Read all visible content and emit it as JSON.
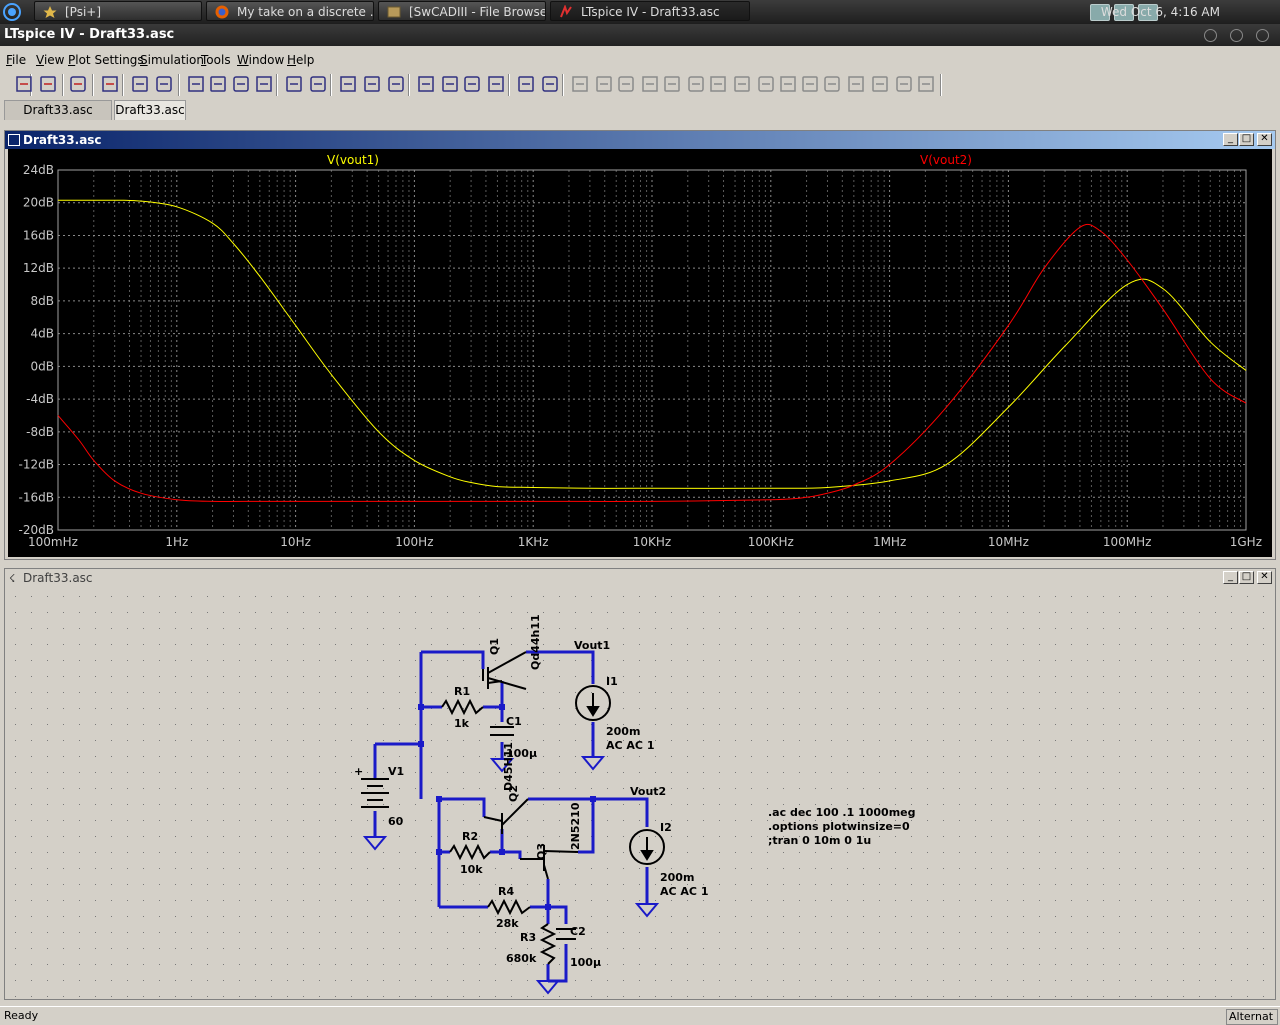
{
  "taskbar": {
    "items": [
      {
        "label": "[Psi+]",
        "icon": "star-icon"
      },
      {
        "label": "My take on a discrete ...",
        "icon": "firefox-icon"
      },
      {
        "label": "[SwCADIII - File Browser]",
        "icon": "file-browser-icon"
      },
      {
        "label": "LTspice IV - Draft33.asc",
        "icon": "ltspice-icon"
      }
    ],
    "clock": "Wed Oct  6,  4:16 AM"
  },
  "window": {
    "title": "LTspice IV - Draft33.asc"
  },
  "menu": [
    "File",
    "View",
    "Plot Settings",
    "Simulation",
    "Tools",
    "Window",
    "Help"
  ],
  "tabs": [
    "Draft33.asc",
    "Draft33.asc"
  ],
  "plot_window": {
    "title": "Draft33.asc",
    "traces": [
      {
        "name": "V(vout1)",
        "color": "#ffff00"
      },
      {
        "name": "V(vout2)",
        "color": "#ff0000"
      }
    ],
    "y_ticks": [
      "24dB",
      "20dB",
      "16dB",
      "12dB",
      "8dB",
      "4dB",
      "0dB",
      "-4dB",
      "-8dB",
      "-12dB",
      "-16dB",
      "-20dB"
    ],
    "x_ticks": [
      "100mHz",
      "1Hz",
      "10Hz",
      "100Hz",
      "1KHz",
      "10KHz",
      "100KHz",
      "1MHz",
      "10MHz",
      "100MHz",
      "1GHz"
    ]
  },
  "chart_data": {
    "type": "line",
    "x_scale": "log",
    "xlim_hz": [
      0.1,
      1000000000
    ],
    "ylim_db": [
      -20,
      24
    ],
    "ylabel": "",
    "xlabel": "",
    "grid": true,
    "series": [
      {
        "name": "V(vout1)",
        "color": "#ffff00",
        "x": [
          0.1,
          0.3,
          0.5,
          1,
          2,
          3,
          5,
          10,
          20,
          50,
          100,
          200,
          300,
          500,
          1000,
          3000,
          10000,
          100000,
          300000,
          1000000,
          3000000,
          10000000,
          30000000,
          100000000,
          200000000,
          500000000,
          1000000000
        ],
        "y": [
          20.3,
          20.3,
          20.2,
          19.5,
          17.5,
          15.0,
          11.0,
          5.0,
          -1.0,
          -8.0,
          -11.5,
          -13.5,
          -14.2,
          -14.7,
          -14.8,
          -14.9,
          -14.9,
          -14.9,
          -14.8,
          -14.0,
          -12.0,
          -5.0,
          2.5,
          10.0,
          9.5,
          3.0,
          -0.5
        ]
      },
      {
        "name": "V(vout2)",
        "color": "#ff0000",
        "x": [
          0.1,
          0.15,
          0.2,
          0.3,
          0.5,
          1,
          2,
          5,
          10,
          100,
          1000,
          10000,
          100000,
          200000,
          300000,
          500000,
          1000000,
          3000000,
          10000000,
          20000000,
          40000000,
          60000000,
          100000000,
          200000000,
          500000000,
          1000000000
        ],
        "y": [
          -6.0,
          -9.0,
          -11.5,
          -14.0,
          -15.5,
          -16.3,
          -16.5,
          -16.5,
          -16.5,
          -16.5,
          -16.5,
          -16.5,
          -16.3,
          -16.0,
          -15.5,
          -14.5,
          -12.0,
          -5.0,
          5.0,
          12.0,
          17.0,
          16.5,
          13.0,
          7.0,
          -1.5,
          -4.5
        ]
      }
    ]
  },
  "schematic_window": {
    "title": "Draft33.asc"
  },
  "schematic": {
    "labels": {
      "q1": "Q1",
      "q1_model": "Qd44h11",
      "vout1": "Vout1",
      "r1": "R1",
      "r1_val": "1k",
      "c1": "C1",
      "c1_val": "100µ",
      "i1": "I1",
      "i1_val": "200m",
      "i1_ac": "AC AC 1",
      "v1": "V1",
      "v1_val": "60",
      "q2": "Q2",
      "q2_model": "D45H11",
      "vout2": "Vout2",
      "r2": "R2",
      "r2_val": "10k",
      "q3": "Q3",
      "q3_model": "2N5210",
      "i2": "I2",
      "i2_val": "200m",
      "i2_ac": "AC AC 1",
      "r4": "R4",
      "r4_val": "28k",
      "r3": "R3",
      "r3_val": "680k",
      "c2": "C2",
      "c2_val": "100µ"
    },
    "directives": [
      ".ac dec 100 .1 1000meg",
      ".options plotwinsize=0",
      ";tran 0 10m 0 1u"
    ]
  },
  "status": {
    "text": "Ready",
    "right": "Alternat"
  }
}
